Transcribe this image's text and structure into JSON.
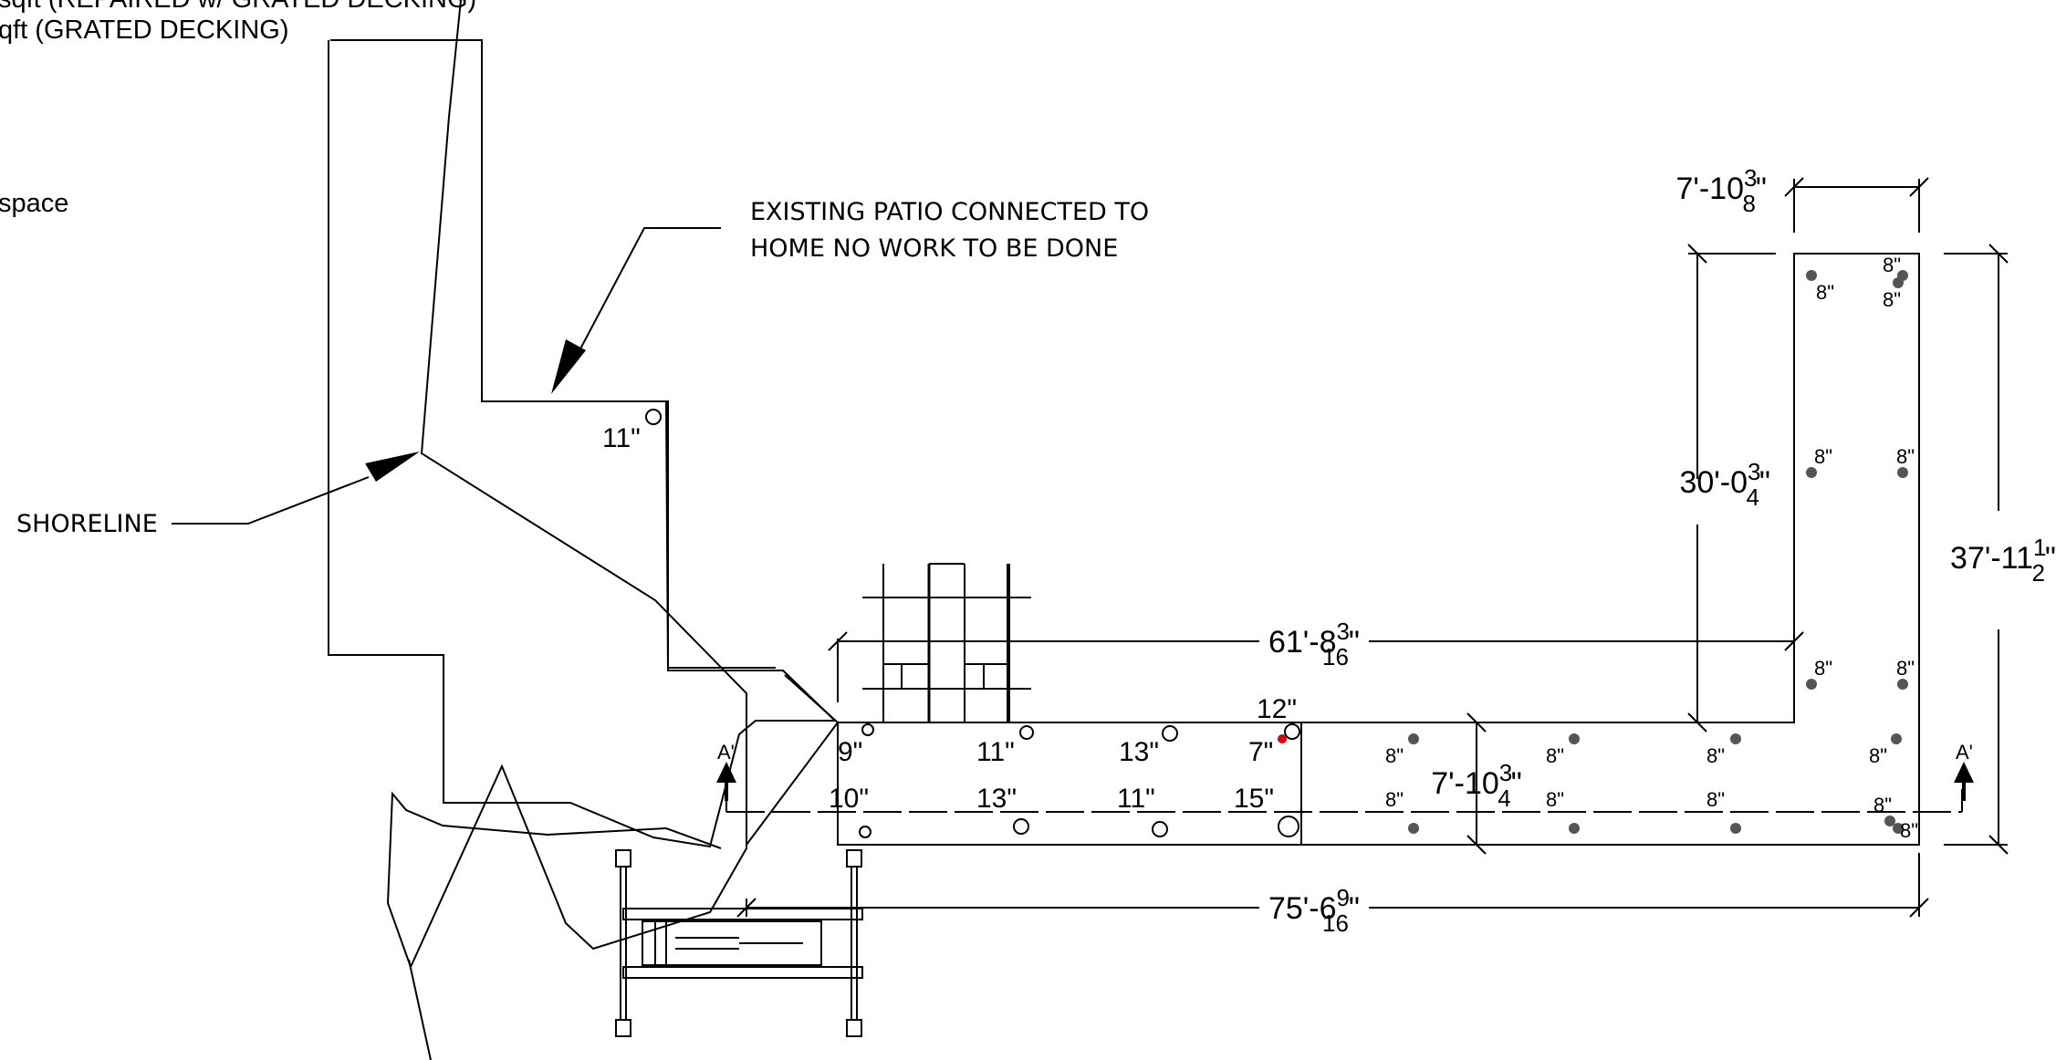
{
  "header_notes": {
    "line1": "sqft (REPAIRED w/ GRATED DECKING)",
    "line2": "qft (GRATED DECKING)",
    "line3": "space"
  },
  "callouts": {
    "patio_line1": "EXISTING PATIO CONNECTED TO",
    "patio_line2": "HOME NO WORK TO BE DONE",
    "shoreline": "SHORELINE"
  },
  "dimensions": {
    "d1_whole": "7'-10",
    "d1_num": "3",
    "d1_den": "8",
    "d1_unit": "\"",
    "d2_whole": "30'-0",
    "d2_num": "3",
    "d2_den": "4",
    "d2_unit": "\"",
    "d3_whole": "37'-11",
    "d3_num": "1",
    "d3_den": "2",
    "d3_unit": "\"",
    "d4_whole": "61'-8",
    "d4_num": "3",
    "d4_den": "16",
    "d4_unit": "\"",
    "d5_whole": "7'-10",
    "d5_num": "3",
    "d5_den": "4",
    "d5_unit": "\"",
    "d6_whole": "75'-6",
    "d6_num": "9",
    "d6_den": "16",
    "d6_unit": "\""
  },
  "section_marks": {
    "left": "A'",
    "right": "A'"
  },
  "pile_labels": {
    "p11_top": "11\"",
    "p12": "12\"",
    "p9": "9\"",
    "p11a": "11\"",
    "p13a": "13\"",
    "p7": "7\"",
    "p10": "10\"",
    "p13b": "13\"",
    "p11b": "11\"",
    "p15": "15\""
  },
  "pile_8": "8\""
}
